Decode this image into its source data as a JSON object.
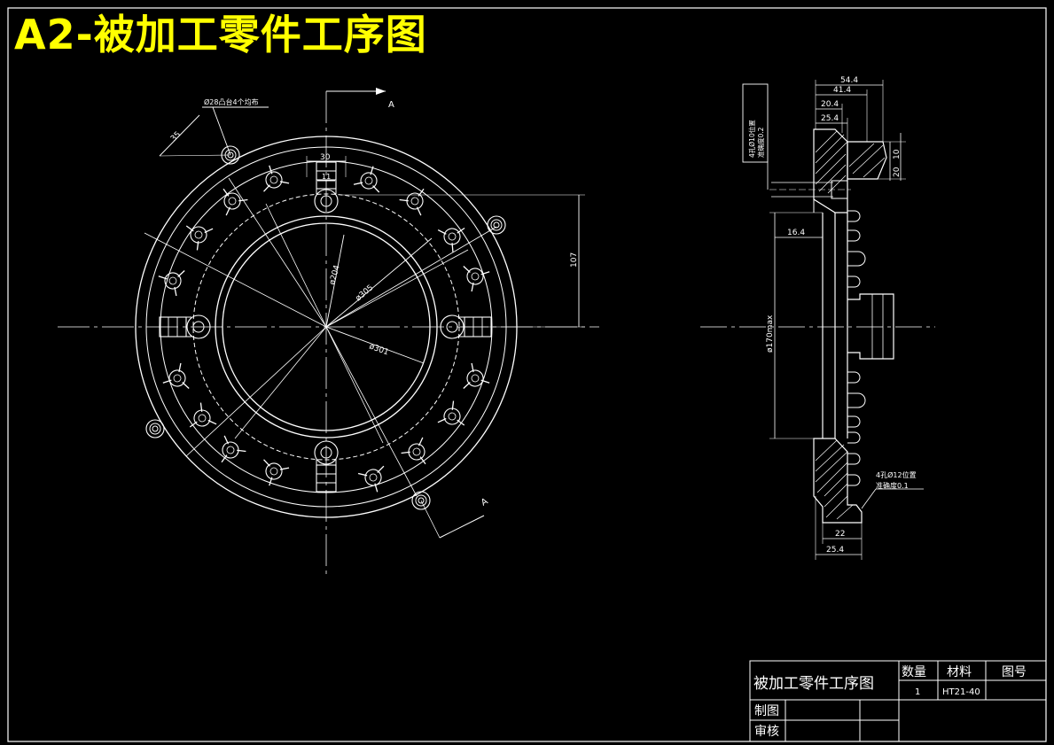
{
  "title": "A2-被加工零件工序图",
  "colors": {
    "background": "#000000",
    "line": "#ffffff",
    "title": "#ffff00"
  },
  "front_view": {
    "section_label_top": "A",
    "section_label_bottom": "A",
    "boss_note": "Ø28凸台4个均布",
    "dim_35": "35",
    "dim_30": "30",
    "dim_11": "11",
    "dim_107": "107",
    "dim_d204": "ø204",
    "dim_d305": "ø305",
    "dim_d301": "ø301"
  },
  "section_view": {
    "dim_54_4": "54.4",
    "dim_41_4": "41.4",
    "dim_20_4": "20.4",
    "dim_25_4_top": "25.4",
    "dim_16_4": "16.4",
    "dim_170": "ø170max",
    "dim_20": "20",
    "dim_10": "10",
    "dim_22": "22",
    "dim_25_4_bottom": "25.4",
    "note_top_line1": "4孔Ø10位置",
    "note_top_line2": "准确度0.2",
    "note_bottom_line1": "4孔Ø12位置",
    "note_bottom_line2": "准确度0.1"
  },
  "title_block": {
    "drawing_name": "被加工零件工序图",
    "h_quantity": "数量",
    "h_material": "材料",
    "h_drawing_no": "图号",
    "quantity": "1",
    "material": "HT21-40",
    "drawing_no": "",
    "drawn_by_label": "制图",
    "checked_by_label": "审核"
  }
}
